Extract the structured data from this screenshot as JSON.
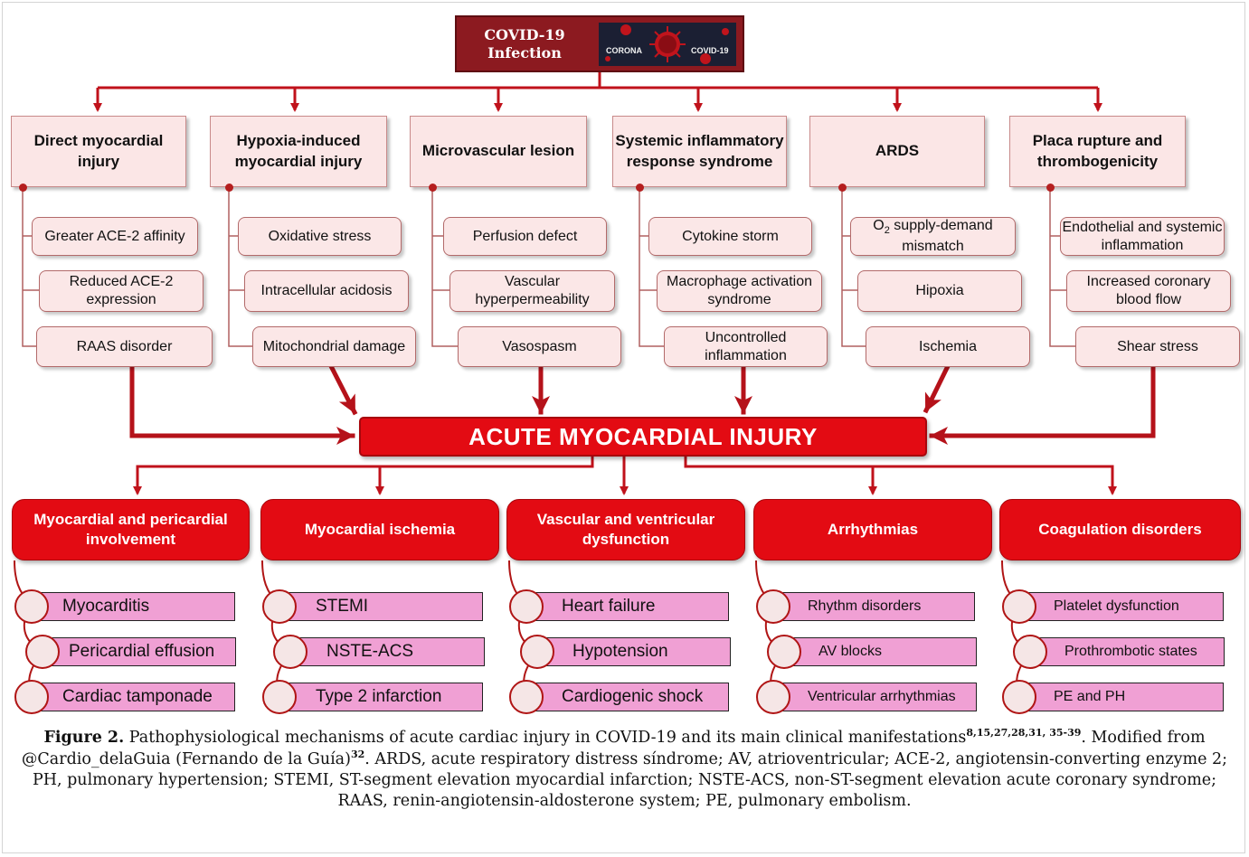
{
  "title": {
    "line1": "COVID-19",
    "line2": "Infection",
    "image_labels": [
      "CORONA",
      "COVID-19"
    ]
  },
  "categories": [
    {
      "label": "Direct myocardial injury",
      "items": [
        "Greater ACE-2 affinity",
        "Reduced  ACE-2 expression",
        "RAAS disorder"
      ]
    },
    {
      "label": "Hypoxia-induced myocardial injury",
      "items": [
        "Oxidative stress",
        "Intracellular acidosis",
        "Mitochondrial damage"
      ]
    },
    {
      "label": "Microvascular lesion",
      "items": [
        "Perfusion defect",
        "Vascular hyperpermeability",
        "Vasospasm"
      ]
    },
    {
      "label": "Systemic inflammatory response syndrome",
      "items": [
        "Cytokine storm",
        "Macrophage activation syndrome",
        "Uncontrolled inflammation"
      ]
    },
    {
      "label": "ARDS",
      "items": [
        "O2 supply-demand mismatch",
        "Hipoxia",
        "Ischemia"
      ]
    },
    {
      "label": "Placa rupture and thrombogenicity",
      "items": [
        "Endothelial and systemic inflammation",
        "Increased coronary blood flow",
        "Shear stress"
      ]
    }
  ],
  "o2_item": {
    "o": "O",
    "sub": "2",
    "rest": " supply-demand mismatch"
  },
  "central": "ACUTE MYOCARDIAL INJURY",
  "manifestations": [
    {
      "label": "Myocardial and pericardial involvement",
      "items": [
        "Myocarditis",
        "Pericardial effusion",
        "Cardiac tamponade"
      ]
    },
    {
      "label": "Myocardial ischemia",
      "items": [
        "STEMI",
        "NSTE-ACS",
        "Type 2 infarction"
      ]
    },
    {
      "label": "Vascular and ventricular dysfunction",
      "items": [
        "Heart failure",
        "Hypotension",
        "Cardiogenic shock"
      ]
    },
    {
      "label": "Arrhythmias",
      "items": [
        "Rhythm disorders",
        "AV blocks",
        "Ventricular arrhythmias"
      ]
    },
    {
      "label": "Coagulation disorders",
      "items": [
        "Platelet dysfunction",
        "Prothrombotic states",
        "PE and PH"
      ]
    }
  ],
  "caption": {
    "figure_label": "Figure 2.",
    "part1": " Pathophysiological mechanisms of acute cardiac injury in COVID-19 and its main clinical manifestations",
    "sup1": "8,15,27,28,31, 35-39",
    "part2": ". Modified from @Cardio_delaGuia (Fernando de la Guía)",
    "sup2": "32",
    "part3": ". ARDS, acute respiratory distress síndrome; AV, atrioventricular; ACE-2, angiotensin-converting enzyme 2; PH, pulmonary hypertension; STEMI, ST-segment elevation myocardial infarction; NSTE-ACS, non-ST-segment elevation acute coronary syndrome; RAAS, renin-angiotensin-aldosterone system; PE, pulmonary embolism."
  },
  "colors": {
    "dark_red": "#8c1a20",
    "red": "#e30b13",
    "line_red": "#c0121b",
    "pink_box": "#fbe6e6",
    "pink_pill": "#f0a0d4"
  }
}
